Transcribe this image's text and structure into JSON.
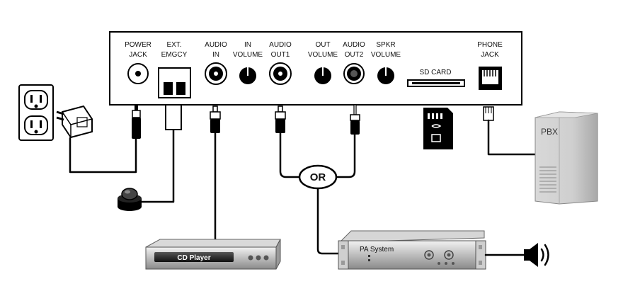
{
  "panel": {
    "power_jack": [
      "POWER",
      "JACK"
    ],
    "ext_emgcy": [
      "EXT.",
      "EMGCY"
    ],
    "audio_in": [
      "AUDIO",
      "IN"
    ],
    "in_volume": [
      "IN",
      "VOLUME"
    ],
    "audio_out1": [
      "AUDIO",
      "OUT1"
    ],
    "out_volume": [
      "OUT",
      "VOLUME"
    ],
    "audio_out2": [
      "AUDIO",
      "OUT2"
    ],
    "spkr_volume": [
      "SPKR",
      "VOLUME"
    ],
    "sd_card": "SD  CARD",
    "phone_jack": [
      "PHONE",
      "JACK"
    ]
  },
  "devices": {
    "pbx": "PBX",
    "cd_player": "CD Player",
    "pa_system": "PA System",
    "or_junction": "OR"
  },
  "colors": {
    "line": "#000000",
    "panel_fill": "#ffffff",
    "device_gray": "#c8c8c8"
  }
}
